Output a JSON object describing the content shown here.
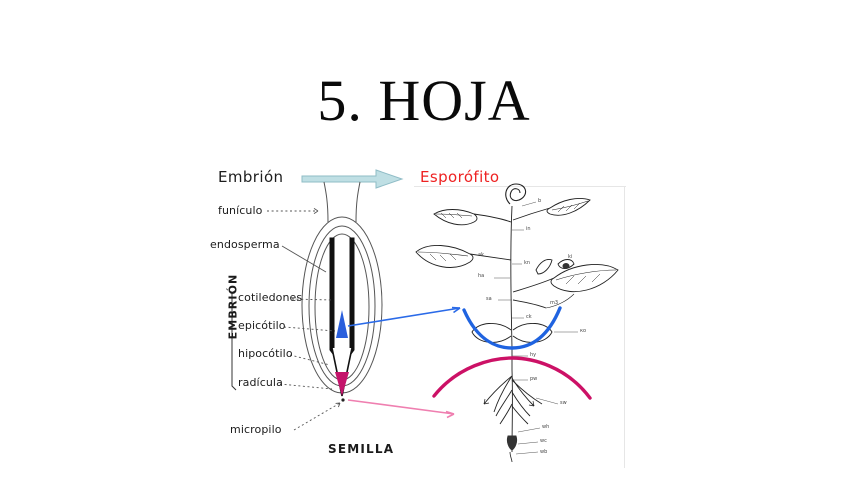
{
  "slide": {
    "title": "5. HOJA",
    "background_color": "#ffffff"
  },
  "figure": {
    "header": {
      "left_label": "Embrión",
      "left_color": "#1d1d1d",
      "right_label": "Esporófito",
      "right_color": "#ee2222",
      "arrow_fill": "#bfdfe4",
      "arrow_stroke": "#7fb3bd",
      "arrow_icon": "right-block-arrow-icon"
    },
    "seed": {
      "caption": "SEMILLA",
      "bracket_label": "EMBRIÓN",
      "labels": [
        {
          "id": "funiculo",
          "text": "funículo"
        },
        {
          "id": "endosperma",
          "text": "endosperma"
        },
        {
          "id": "cotiledones",
          "text": "cotiledones"
        },
        {
          "id": "epicotilo",
          "text": "epicótilo"
        },
        {
          "id": "hipocotilo",
          "text": "hipocótilo"
        },
        {
          "id": "radicula",
          "text": "radícula"
        },
        {
          "id": "micropilo",
          "text": "micropilo"
        }
      ],
      "epicotyl_color": "#2a5fdc",
      "radicle_color": "#c4146b",
      "outline_color": "#555555",
      "cotyledon_color": "#111111"
    },
    "sporophyte": {
      "arc_shoot_color": "#1f63e0",
      "arc_root_color": "#cc1166",
      "link_arrow_shoot_color": "#2a6ae8",
      "link_arrow_root_color": "#ef7fb0",
      "drawing_color": "#222222",
      "annotations": [
        "b",
        "in",
        "kn",
        "ha",
        "sa",
        "m3",
        "ak",
        "ki",
        "ck",
        "ко",
        "hy",
        "pw",
        "sw",
        "wh",
        "wc",
        "wb"
      ]
    }
  }
}
